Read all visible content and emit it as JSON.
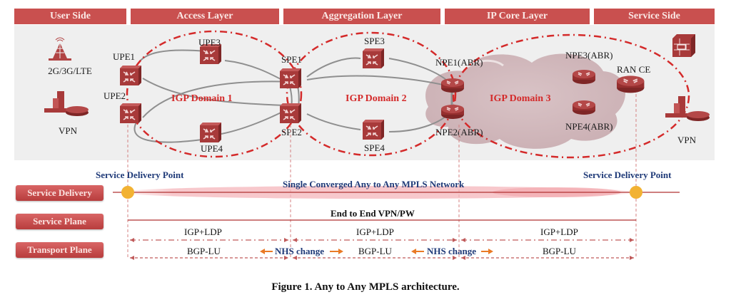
{
  "header": {
    "sections": [
      {
        "label": "User Side"
      },
      {
        "label": "Access Layer"
      },
      {
        "label": "Aggregation Layer"
      },
      {
        "label": "IP Core Layer"
      },
      {
        "label": "Service Side"
      }
    ]
  },
  "nodes": {
    "ran_source": "2G/3G/LTE",
    "vpn_left": "VPN",
    "upe1": "UPE1",
    "upe2": "UPE2",
    "upe3": "UPE3",
    "upe4": "UPE4",
    "spe1": "SPE1",
    "spe2": "SPE2",
    "spe3": "SPE3",
    "spe4": "SPE4",
    "npe1": "NPE1(ABR)",
    "npe2": "NPE2(ABR)",
    "npe3": "NPE3(ABR)",
    "npe4": "NPE4(ABR)",
    "ran_ce": "RAN CE",
    "vpn_right": "VPN"
  },
  "domains": {
    "d1": "IGP Domain 1",
    "d2": "IGP Domain 2",
    "d3": "IGP Domain 3"
  },
  "planes": {
    "service_delivery": "Service Delivery",
    "service_plane": "Service Plane",
    "transport_plane": "Transport Plane"
  },
  "delivery": {
    "left_point": "Service Delivery Point",
    "right_point": "Service Delivery Point",
    "network": "Single Converged Any to Any MPLS Network"
  },
  "service": {
    "vpn": "End to End  VPN/PW"
  },
  "transport": {
    "igp1": "IGP+LDP",
    "igp2": "IGP+LDP",
    "igp3": "IGP+LDP",
    "bgp1": "BGP-LU",
    "bgp2": "BGP-LU",
    "bgp3": "BGP-LU",
    "nhs1": "NHS change",
    "nhs2": "NHS change"
  },
  "colors": {
    "header": "#c9504f",
    "router": "#a83a3a",
    "domain_line": "#d42a2a",
    "blue_text": "#1f3a78",
    "delivery_point": "#f2b233",
    "arrow_orange": "#e97a26"
  },
  "caption": "Figure 1. Any to Any MPLS architecture."
}
